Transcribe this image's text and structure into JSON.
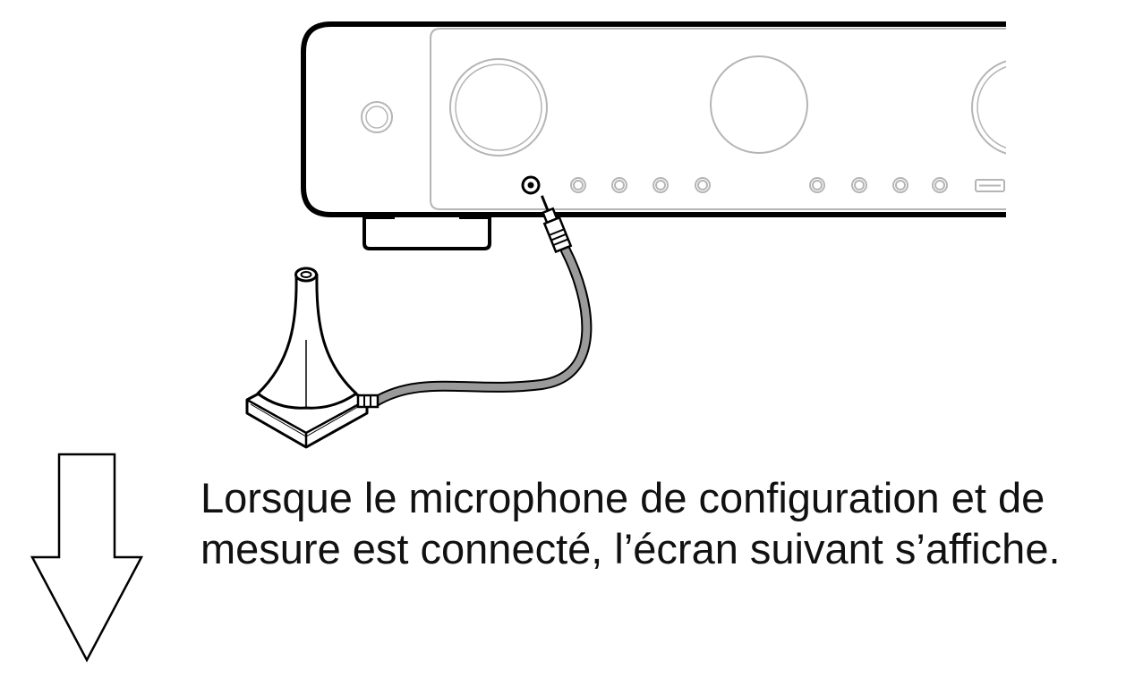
{
  "caption": {
    "line1": "Lorsque le microphone de configuration et de",
    "line2": "mesure est connecté, l’écran suivant s’affiche."
  },
  "colors": {
    "outline": "#000000",
    "panel_detail": "#b5b5b5",
    "cable": "#9a9a9a",
    "text": "#111111"
  },
  "icons": {
    "receiver": "av-receiver-front-panel",
    "microphone": "measurement-microphone-icon",
    "arrow": "arrow-down-icon"
  }
}
